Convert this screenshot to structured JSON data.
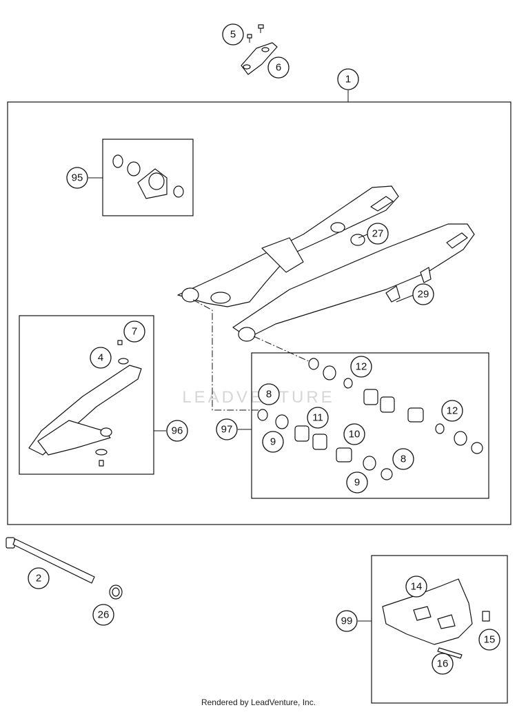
{
  "callouts": [
    {
      "id": "c-1",
      "label": "1"
    },
    {
      "id": "c-2",
      "label": "2"
    },
    {
      "id": "c-4",
      "label": "4"
    },
    {
      "id": "c-5",
      "label": "5"
    },
    {
      "id": "c-6",
      "label": "6"
    },
    {
      "id": "c-7",
      "label": "7"
    },
    {
      "id": "c-8a",
      "label": "8"
    },
    {
      "id": "c-8b",
      "label": "8"
    },
    {
      "id": "c-9a",
      "label": "9"
    },
    {
      "id": "c-9b",
      "label": "9"
    },
    {
      "id": "c-10",
      "label": "10"
    },
    {
      "id": "c-11",
      "label": "11"
    },
    {
      "id": "c-12a",
      "label": "12"
    },
    {
      "id": "c-12b",
      "label": "12"
    },
    {
      "id": "c-14",
      "label": "14"
    },
    {
      "id": "c-15",
      "label": "15"
    },
    {
      "id": "c-16",
      "label": "16"
    },
    {
      "id": "c-26",
      "label": "26"
    },
    {
      "id": "c-27",
      "label": "27"
    },
    {
      "id": "c-29",
      "label": "29"
    },
    {
      "id": "c-95",
      "label": "95"
    },
    {
      "id": "c-96",
      "label": "96"
    },
    {
      "id": "c-97",
      "label": "97"
    },
    {
      "id": "c-99",
      "label": "99"
    }
  ],
  "watermark": "LEADVENTURE",
  "footer": "Rendered by LeadVenture, Inc."
}
